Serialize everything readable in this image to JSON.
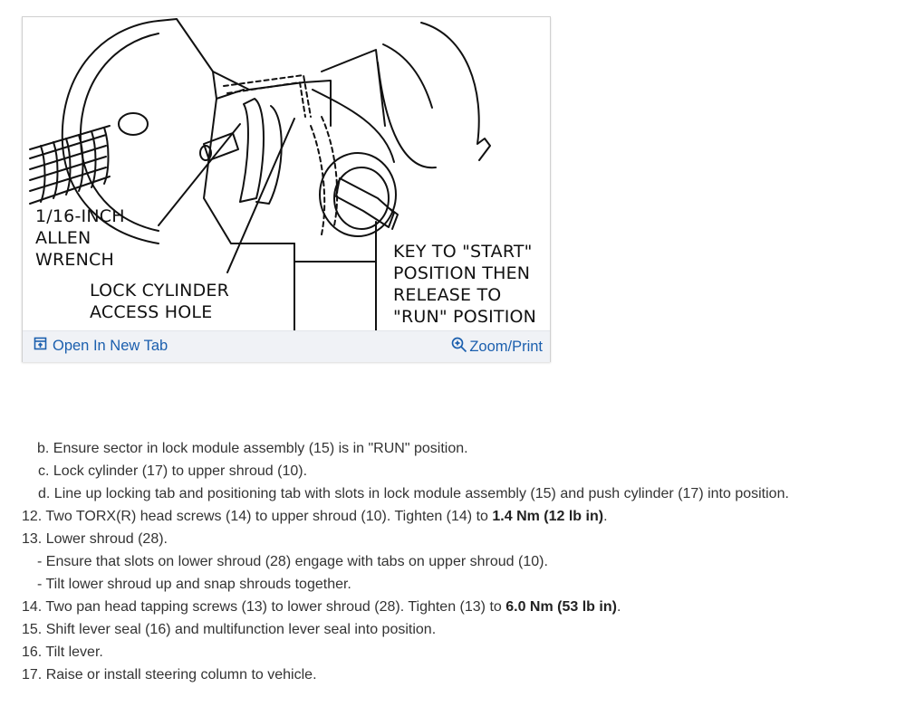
{
  "figure": {
    "callouts": {
      "wrench": "1/16-INCH\nALLEN\nWRENCH",
      "access_hole": "LOCK CYLINDER\nACCESS HOLE",
      "key": "KEY TO \"START\"\nPOSITION THEN\nRELEASE TO\n\"RUN\" POSITION"
    },
    "toolbar": {
      "open_tab_label": "Open In New Tab",
      "zoom_label": "Zoom/Print",
      "open_tab_icon": "external-link-icon",
      "zoom_icon": "magnifier-plus-icon",
      "link_color": "#1b5fae"
    }
  },
  "steps": [
    {
      "marker": "b.",
      "text": "Ensure sector in lock module assembly (15) is in \"RUN\" position."
    },
    {
      "marker": "c.",
      "text": "Lock cylinder (17) to upper shroud (10)."
    },
    {
      "marker": "d.",
      "text": "Line up locking tab and positioning tab with slots in lock module assembly (15) and push cylinder (17) into position."
    },
    {
      "marker": "12.",
      "text": "Two TORX(R) head screws (14) to upper shroud (10). Tighten (14) to ",
      "bold": "1.4 Nm (12 lb in)",
      "suffix": "."
    },
    {
      "marker": "13.",
      "text": "Lower shroud (28)."
    },
    {
      "marker": "-",
      "text": "Ensure that slots on lower shroud (28) engage with tabs on upper shroud (10)."
    },
    {
      "marker": "-",
      "text": "Tilt lower shroud up and snap shrouds together."
    },
    {
      "marker": "14.",
      "text": "Two pan head tapping screws (13) to lower shroud (28). Tighten (13) to ",
      "bold": "6.0 Nm (53 lb in)",
      "suffix": "."
    },
    {
      "marker": "15.",
      "text": "Shift lever seal (16) and multifunction lever seal into position."
    },
    {
      "marker": "16.",
      "text": "Tilt lever."
    },
    {
      "marker": "17.",
      "text": "Raise or install steering column to vehicle."
    }
  ]
}
